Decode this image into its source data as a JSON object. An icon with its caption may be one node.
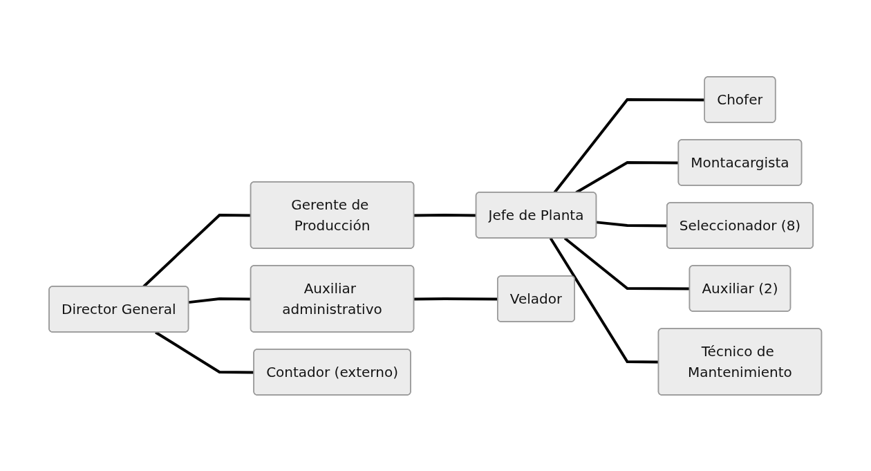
{
  "diagram": {
    "nodes": [
      {
        "text": [
          "Director General"
        ]
      },
      {
        "text": [
          "Gerente de Producción"
        ]
      },
      {
        "text": [
          "Auxiliar administrativo"
        ]
      },
      {
        "text": [
          "Contador (externo)"
        ]
      },
      {
        "text": [
          "Jefe de Planta"
        ]
      },
      {
        "text": [
          "Velador"
        ]
      },
      {
        "text": [
          "Chofer"
        ]
      },
      {
        "text": [
          "Montacargista"
        ]
      },
      {
        "text": [
          "Seleccionador (8)"
        ]
      },
      {
        "text": [
          "Auxiliar (2)"
        ]
      },
      {
        "text": [
          "Técnico de Mantenimiento"
        ]
      }
    ],
    "edges": [
      {
        "from": 0,
        "to": 1,
        "arrow": "none"
      },
      {
        "from": 0,
        "to": 2,
        "arrow": "none"
      },
      {
        "from": 0,
        "to": 3,
        "arrow": "none"
      },
      {
        "from": 1,
        "to": 4,
        "arrow": "none"
      },
      {
        "from": 2,
        "to": 5,
        "arrow": "none"
      },
      {
        "from": 4,
        "to": 6,
        "arrow": "none"
      },
      {
        "from": 4,
        "to": 7,
        "arrow": "none"
      },
      {
        "from": 4,
        "to": 8,
        "arrow": "none"
      },
      {
        "from": 4,
        "to": 9,
        "arrow": "none"
      },
      {
        "from": 4,
        "to": 10,
        "arrow": "none"
      }
    ]
  }
}
